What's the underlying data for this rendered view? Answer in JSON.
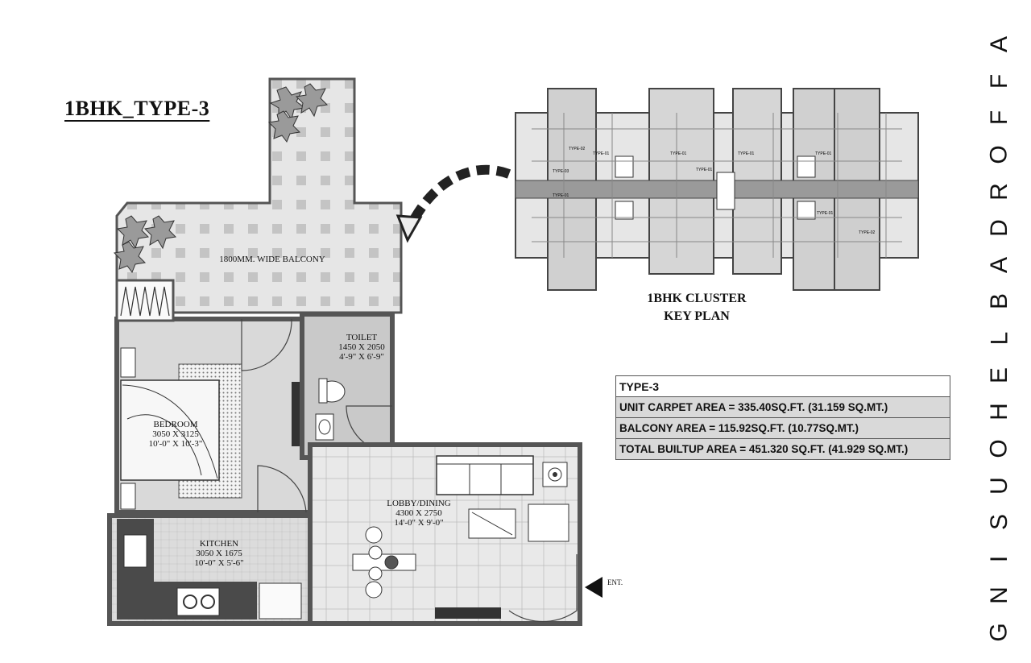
{
  "title": "1BHK_TYPE-3",
  "vertical_brand": [
    "A",
    "F",
    "F",
    "O",
    "R",
    "D",
    "A",
    "B",
    "L",
    "E",
    "H",
    "O",
    "U",
    "S",
    "I",
    "N",
    "G"
  ],
  "key_plan": {
    "line1": "1BHK CLUSTER",
    "line2": "KEY PLAN",
    "unit_labels": [
      "TYPE-02",
      "TYPE-01",
      "TYPE-03",
      "TYPE-01",
      "TYPE-01",
      "TYPE-01",
      "TYPE-01",
      "TYPE-01",
      "TYPE-02",
      "TYPE-01"
    ]
  },
  "rooms": {
    "balcony": {
      "name": "1800MM. WIDE BALCONY"
    },
    "toilet": {
      "name": "TOILET",
      "mm": "1450 X 2050",
      "ft": "4'-9\" X 6'-9\""
    },
    "bedroom": {
      "name": "BEDROOM",
      "mm": "3050 X 3125",
      "ft": "10'-0\" X 10'-3\""
    },
    "lobby": {
      "name": "LOBBY/DINING",
      "mm": "4300 X 2750",
      "ft": "14'-0\" X 9'-0\""
    },
    "kitchen": {
      "name": "KITCHEN",
      "mm": "3050 X 1675",
      "ft": "10'-0\" X 5'-6\""
    }
  },
  "entrance": "ENT.",
  "area_table": {
    "header": "TYPE-3",
    "rows": [
      "UNIT CARPET AREA = 335.40SQ.FT. (31.159 SQ.MT.)",
      "BALCONY AREA = 115.92SQ.FT. (10.77SQ.MT.)",
      "TOTAL BUILTUP AREA = 451.320 SQ.FT. (41.929 SQ.MT.)"
    ]
  },
  "colors": {
    "wall": "#555555",
    "floor": "#e3e3e3",
    "balcony_tile": "#c9c9c9",
    "kitchen_counter": "#4a4a4a",
    "table_row": "#d9d9d9"
  }
}
